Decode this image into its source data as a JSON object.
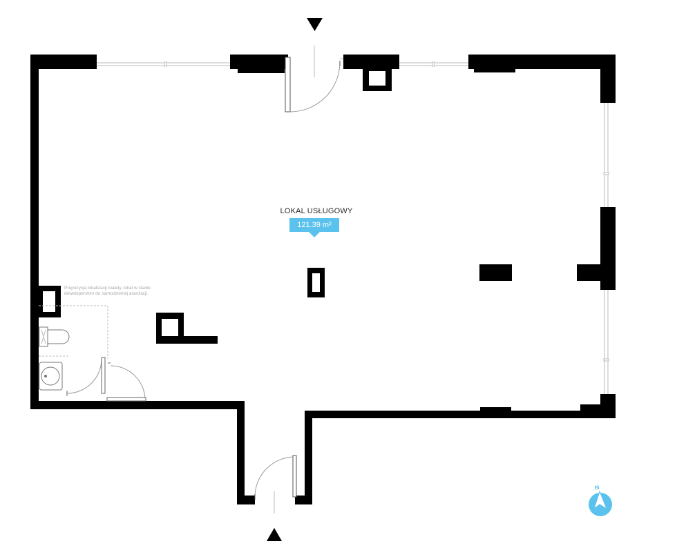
{
  "room": {
    "name": "LOKAL USŁUGOWY",
    "area": "121.39 m²"
  },
  "note": {
    "toilet_proposal": "Propozycja lokalizacji toalety, lokal w stanie deweloperskim do samodzielnej aranżacji."
  },
  "compass": {
    "north_label": "N",
    "color": "#5bc2ee"
  },
  "colors": {
    "wall": "#000000",
    "accent": "#5bc2ee",
    "window_line": "#bbbbbb"
  },
  "icons": {
    "entrance_top": "entrance-arrow-down-icon",
    "entrance_bottom": "entrance-arrow-up-icon",
    "compass": "compass-north-icon"
  }
}
